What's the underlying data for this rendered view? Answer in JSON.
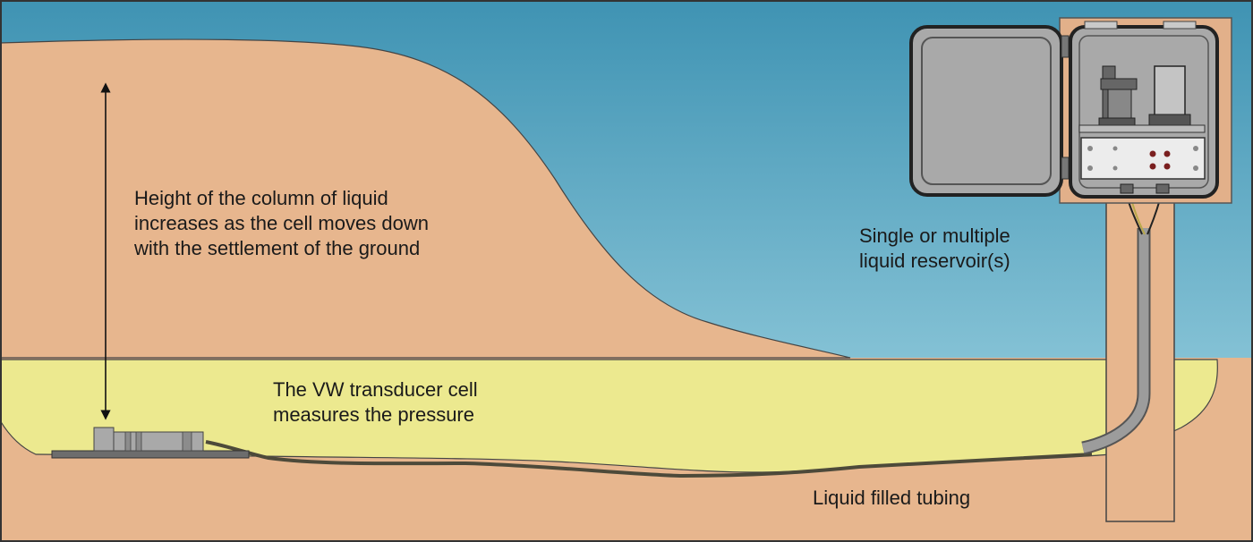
{
  "labels": {
    "column_height": [
      "Height of the column of liquid",
      "increases as the cell moves down",
      "with the settlement of the ground"
    ],
    "reservoir": [
      "Single or multiple",
      "liquid reservoir(s)"
    ],
    "transducer": [
      "The VW transducer cell",
      "measures the pressure"
    ],
    "tubing": "Liquid filled tubing"
  },
  "colors": {
    "sky_top": "#3f93b3",
    "sky_bottom": "#a7d9e6",
    "soil": "#e7b68e",
    "fill_layer": "#ece98f",
    "enclosure": "#ababab",
    "tubing": "#5c5c5c"
  }
}
